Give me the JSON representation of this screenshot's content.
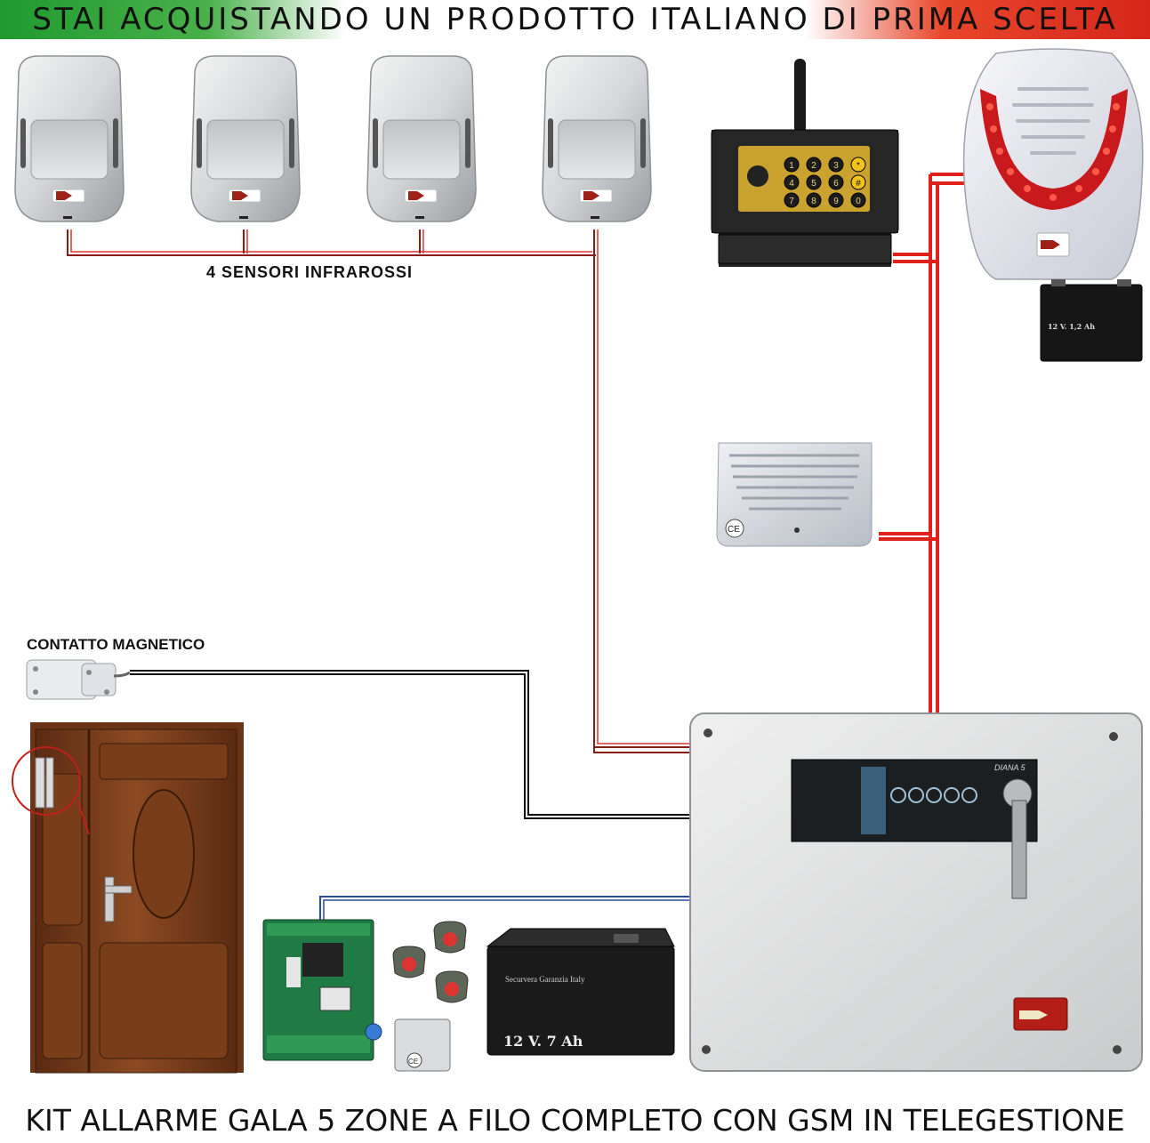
{
  "header": {
    "title": "STAI ACQUISTANDO UN PRODOTTO ITALIANO DI PRIMA SCELTA"
  },
  "footer": {
    "title": "KIT ALLARME GALA 5 ZONE A FILO COMPLETO CON GSM IN TELEGESTIONE"
  },
  "labels": {
    "sensors": "4 SENSORI INFRAROSSI",
    "contact": "CONTATTO MAGNETICO"
  },
  "keypad": {
    "keys": [
      "1",
      "2",
      "3",
      "*",
      "4",
      "5",
      "6",
      "#",
      "7",
      "8",
      "9",
      "0"
    ]
  },
  "small_battery": {
    "label": "12 V. 1,2 Ah"
  },
  "big_battery": {
    "label": "12 V. 7 Ah",
    "brand": "Securvera  Garanzia Italy"
  },
  "panel": {
    "model": "DIANA 5"
  },
  "colors": {
    "wire_red": "#e0201a",
    "wire_dark_red": "#8a1a12",
    "wire_black": "#111111",
    "wire_blue": "#2a4aa0",
    "flag_green": "#1f9a2e",
    "flag_red": "#d6261b"
  }
}
